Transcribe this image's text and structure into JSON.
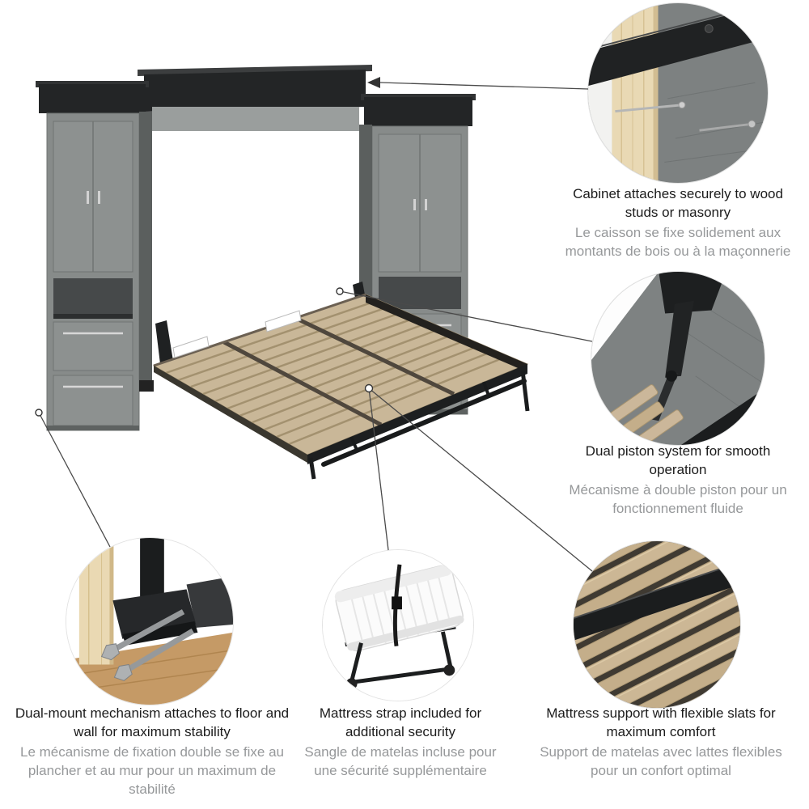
{
  "colors": {
    "text_primary": "#1b1b1b",
    "text_secondary": "#96989a",
    "cabinet_gray": "#878b8a",
    "cabinet_black": "#232526",
    "slat_tan": "#c9b798",
    "line_gray": "#4a4a4a"
  },
  "callouts": [
    {
      "id": "wall-attachment",
      "en": "Cabinet attaches securely to wood studs or masonry",
      "fr": "Le caisson se fixe solidement aux montants de bois ou à la maçonnerie"
    },
    {
      "id": "dual-piston",
      "en": "Dual piston system for smooth operation",
      "fr": "Mécanisme à double piston pour un fonctionnement fluide"
    },
    {
      "id": "dual-mount",
      "en": "Dual-mount mechanism attaches to floor and wall for maximum stability",
      "fr": "Le mécanisme de fixation double se fixe au plancher et au mur pour un maximum de stabilité"
    },
    {
      "id": "mattress-strap",
      "en": "Mattress strap included for additional security",
      "fr": "Sangle de matelas incluse pour une sécurité supplémentaire"
    },
    {
      "id": "flexible-slats",
      "en": "Mattress support with flexible slats for maximum comfort",
      "fr": "Support de matelas avec lattes flexibles pour un confort optimal"
    }
  ]
}
